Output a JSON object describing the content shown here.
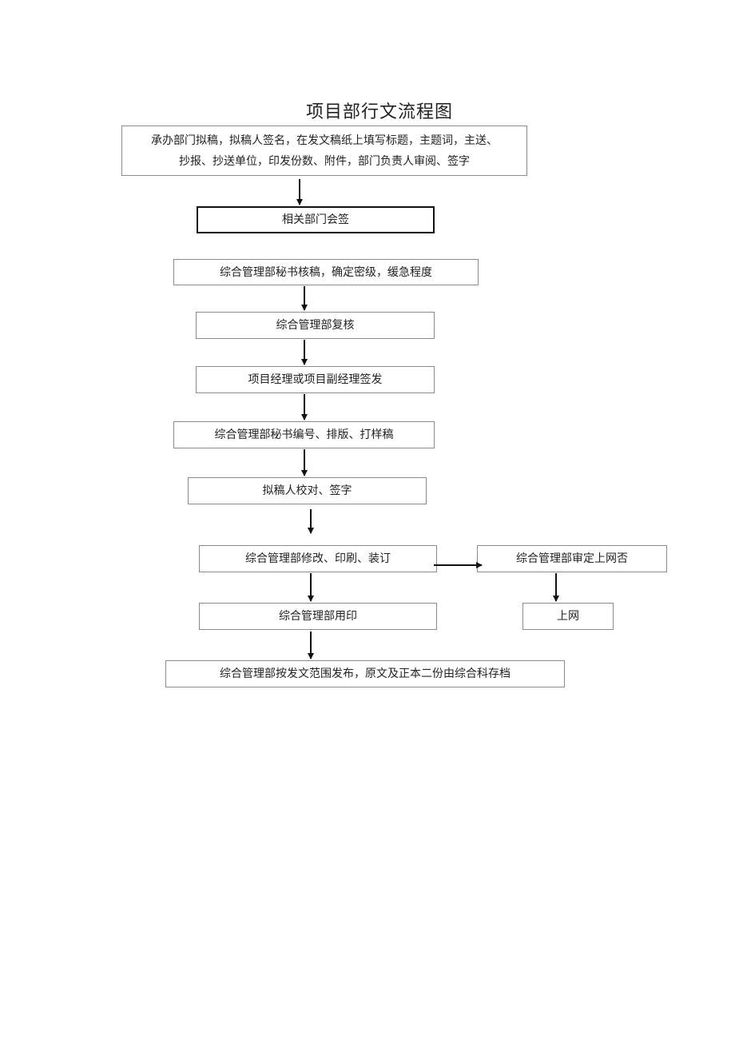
{
  "title": "项目部行文流程图",
  "steps": {
    "draft_line1": "承办部门拟稿，拟稿人签名，在发文稿纸上填写标题，主题词，主送、",
    "draft_line2": "抄报、抄送单位，印发份数、附件，部门负责人审阅、签字",
    "countersign": "相关部门会签",
    "secretary_review": "综合管理部秘书核稿，确定密级，缓急程度",
    "recheck": "综合管理部复核",
    "sign_issue": "项目经理或项目副经理签发",
    "numbering": "综合管理部秘书编号、排版、打样稿",
    "proofread": "拟稿人校对、签字",
    "revise_print": "综合管理部修改、印刷、装订",
    "online_review": "综合管理部审定上网否",
    "online": "上网",
    "seal": "综合管理部用印",
    "distribute": "综合管理部按发文范围发布，原文及正本二份由综合科存档"
  }
}
